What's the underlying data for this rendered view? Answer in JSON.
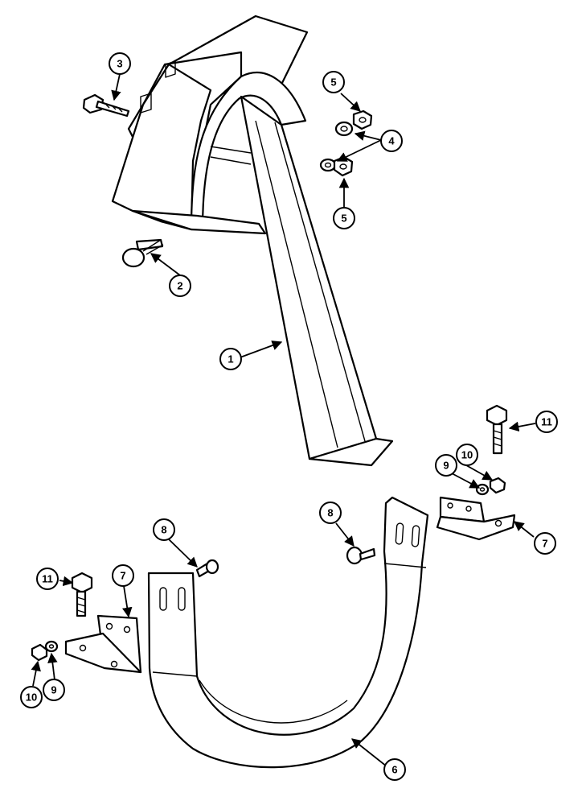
{
  "callouts": [
    {
      "id": "c1",
      "label": "1"
    },
    {
      "id": "c2",
      "label": "2"
    },
    {
      "id": "c3",
      "label": "3"
    },
    {
      "id": "c4",
      "label": "4"
    },
    {
      "id": "c5a",
      "label": "5"
    },
    {
      "id": "c5b",
      "label": "5"
    },
    {
      "id": "c6",
      "label": "6"
    },
    {
      "id": "c7a",
      "label": "7"
    },
    {
      "id": "c7b",
      "label": "7"
    },
    {
      "id": "c8a",
      "label": "8"
    },
    {
      "id": "c8b",
      "label": "8"
    },
    {
      "id": "c9a",
      "label": "9"
    },
    {
      "id": "c9b",
      "label": "9"
    },
    {
      "id": "c10a",
      "label": "10"
    },
    {
      "id": "c10b",
      "label": "10"
    },
    {
      "id": "c11a",
      "label": "11"
    },
    {
      "id": "c11b",
      "label": "11"
    }
  ]
}
